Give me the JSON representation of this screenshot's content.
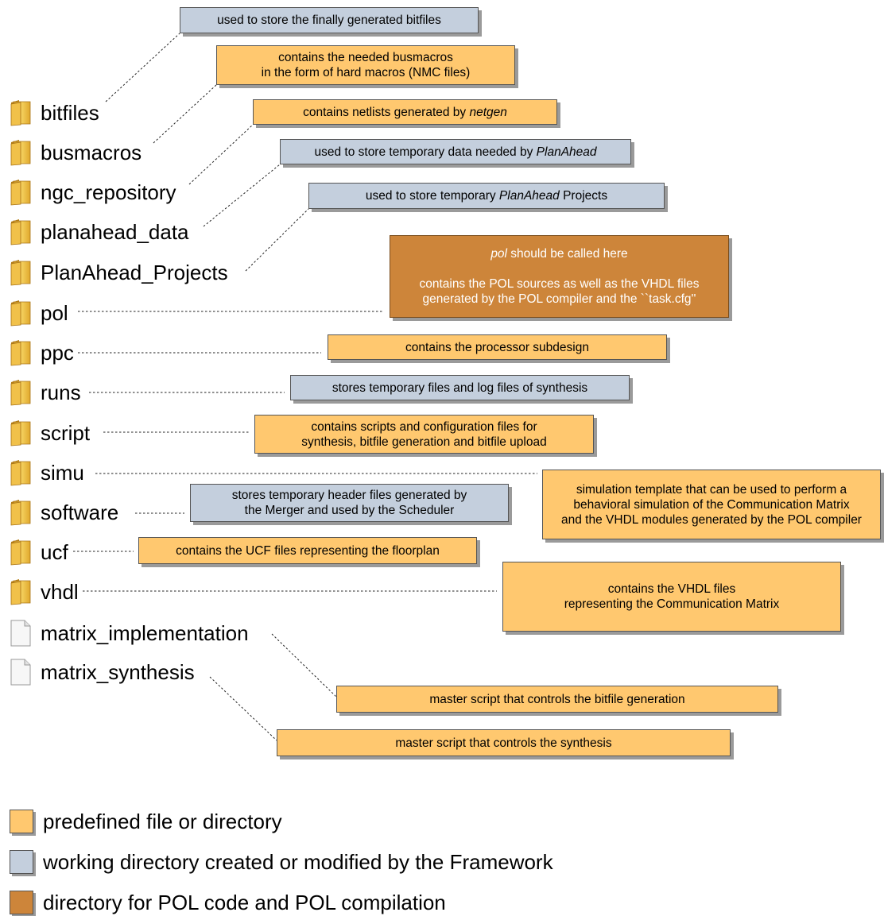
{
  "tree": {
    "folders": [
      {
        "name": "bitfiles",
        "icon": "folder-icon"
      },
      {
        "name": "busmacros",
        "icon": "folder-icon"
      },
      {
        "name": "ngc_repository",
        "icon": "folder-icon"
      },
      {
        "name": "planahead_data",
        "icon": "folder-icon"
      },
      {
        "name": "PlanAhead_Projects",
        "icon": "folder-icon"
      },
      {
        "name": "pol",
        "icon": "folder-icon"
      },
      {
        "name": "ppc",
        "icon": "folder-icon"
      },
      {
        "name": "runs",
        "icon": "folder-icon"
      },
      {
        "name": "script",
        "icon": "folder-icon"
      },
      {
        "name": "simu",
        "icon": "folder-icon"
      },
      {
        "name": "software",
        "icon": "folder-icon"
      },
      {
        "name": "ucf",
        "icon": "folder-icon"
      },
      {
        "name": "vhdl",
        "icon": "folder-icon"
      }
    ],
    "files": [
      {
        "name": "matrix_implementation",
        "icon": "file-icon"
      },
      {
        "name": "matrix_synthesis",
        "icon": "file-icon"
      }
    ]
  },
  "notes": {
    "bitfiles": {
      "pre": "used to store the finally generated bitfiles",
      "kind": "working"
    },
    "busmacros": {
      "pre": "contains the needed busmacros\nin the form of hard macros (NMC files)",
      "kind": "predefined"
    },
    "ngc_repository": {
      "pre": "contains netlists generated by ",
      "em": "netgen",
      "post": "",
      "kind": "predefined"
    },
    "planahead_data": {
      "pre": "used to store temporary data needed by ",
      "em": "PlanAhead",
      "post": "",
      "kind": "working"
    },
    "planahead_projects": {
      "pre": "used to store temporary ",
      "em": "PlanAhead",
      "post": " Projects",
      "kind": "working"
    },
    "pol": {
      "line1_em": "pol",
      "line1_post": " should be called here",
      "body": "contains the POL sources as well as the VHDL files\ngenerated by the POL compiler and the ``task.cfg''",
      "kind": "pol"
    },
    "ppc": {
      "pre": "contains the processor subdesign",
      "kind": "predefined"
    },
    "runs": {
      "pre": "stores temporary files and log files of  synthesis",
      "kind": "working"
    },
    "script": {
      "pre": "contains scripts and configuration files for\nsynthesis, bitfile generation and bitfile upload",
      "kind": "predefined"
    },
    "simu": {
      "pre": "simulation template that can be used to perform a\nbehavioral simulation of the Communication Matrix\nand the VHDL modules generated by the POL compiler",
      "kind": "predefined"
    },
    "software": {
      "pre": "stores temporary header files generated by\nthe Merger and used by the Scheduler",
      "kind": "working"
    },
    "ucf": {
      "pre": "contains the UCF files representing the floorplan",
      "kind": "predefined"
    },
    "vhdl": {
      "pre": "contains the VHDL files\nrepresenting the Communication Matrix",
      "kind": "predefined"
    },
    "matrix_implementation": {
      "pre": "master script that controls the bitfile generation",
      "kind": "predefined"
    },
    "matrix_synthesis": {
      "pre": "master script that controls the synthesis",
      "kind": "predefined"
    }
  },
  "legend": {
    "predefined": "predefined file or directory",
    "working": "working directory created or modified by the Framework",
    "pol": "directory for POL code and POL compilation"
  },
  "colors": {
    "predefined": "#ffc86f",
    "working": "#c4cfdd",
    "pol": "#cd853a",
    "folder": "#e8b22e"
  }
}
